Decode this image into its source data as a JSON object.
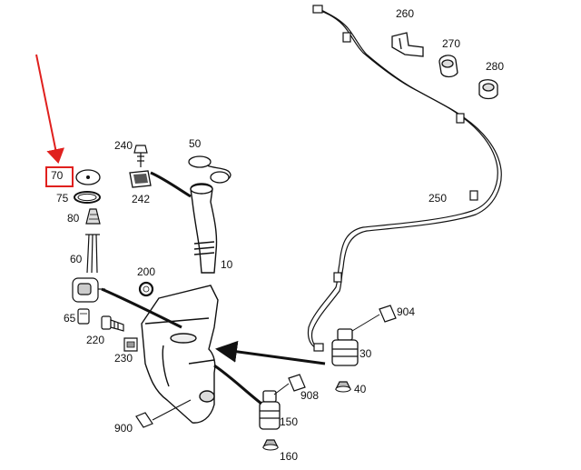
{
  "labels": {
    "p10": "10",
    "p30": "30",
    "p40": "40",
    "p50": "50",
    "p60": "60",
    "p65": "65",
    "p70": "70",
    "p75": "75",
    "p80": "80",
    "p150": "150",
    "p160": "160",
    "p200": "200",
    "p220": "220",
    "p230": "230",
    "p240": "240",
    "p242": "242",
    "p250": "250",
    "p260": "260",
    "p270": "270",
    "p280": "280",
    "p900": "900",
    "p904": "904",
    "p908": "908"
  },
  "highlight": {
    "part": "70",
    "color": "#e0201e"
  },
  "colors": {
    "line": "#1a1a1a",
    "fill": "#ffffff",
    "shade": "#bdbdbd",
    "accent": "#e0201e"
  }
}
